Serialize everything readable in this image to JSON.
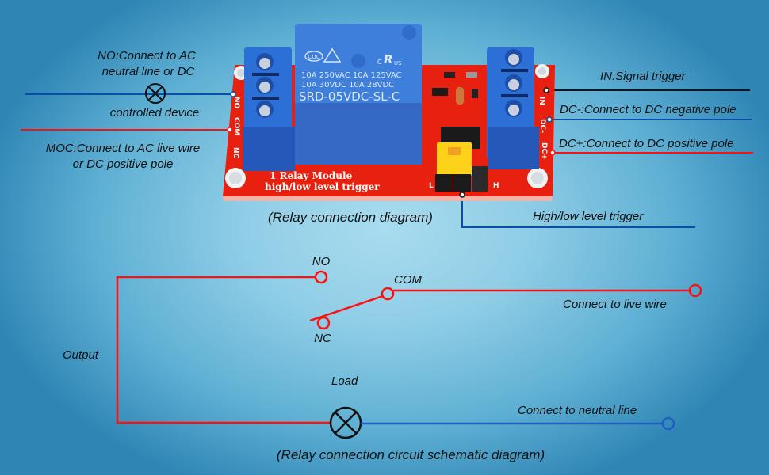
{
  "colors": {
    "live_wire": "#ff1010",
    "neutral_wire": "#0b4ea8",
    "signal_wire": "#111111",
    "pcb": "#e8200f",
    "terminal_block": "#2c6fd6",
    "relay_body": "#3f7fdc",
    "jumper": "#ffd21a"
  },
  "module_diagram": {
    "caption": "(Relay connection diagram)",
    "module": {
      "board_title": "1 Relay Module",
      "board_subtitle": "high/low level trigger",
      "relay_rating_line1": "10A 250VAC  10A 125VAC",
      "relay_rating_line2": "10A  30VDC  10A  28VDC",
      "relay_model": "SRD-05VDC-SL-C",
      "relay_marks": [
        "CQC",
        "C",
        "US"
      ],
      "left_pins": [
        "NO",
        "COM",
        "NC"
      ],
      "right_pins": [
        "IN",
        "DC-",
        "DC+"
      ],
      "jumper_labels": [
        "L",
        "H"
      ]
    },
    "left_annotations": {
      "no_label_line1": "NO:Connect to AC",
      "no_label_line2": "neutral line or DC",
      "device_label": "controlled device",
      "moc_label_line1": "MOC:Connect to AC live wire",
      "moc_label_line2": "or DC positive pole"
    },
    "right_annotations": {
      "in_label": "IN:Signal trigger",
      "dc_minus_label": "DC-:Connect to DC negative pole",
      "dc_plus_label": "DC+:Connect to DC positive pole",
      "trigger_label": "High/low level trigger"
    }
  },
  "schematic": {
    "caption": "(Relay connection circuit schematic diagram)",
    "no_label": "NO",
    "com_label": "COM",
    "nc_label": "NC",
    "output_label": "Output",
    "load_label": "Load",
    "live_label": "Connect to live wire",
    "neutral_label": "Connect to neutral line"
  }
}
